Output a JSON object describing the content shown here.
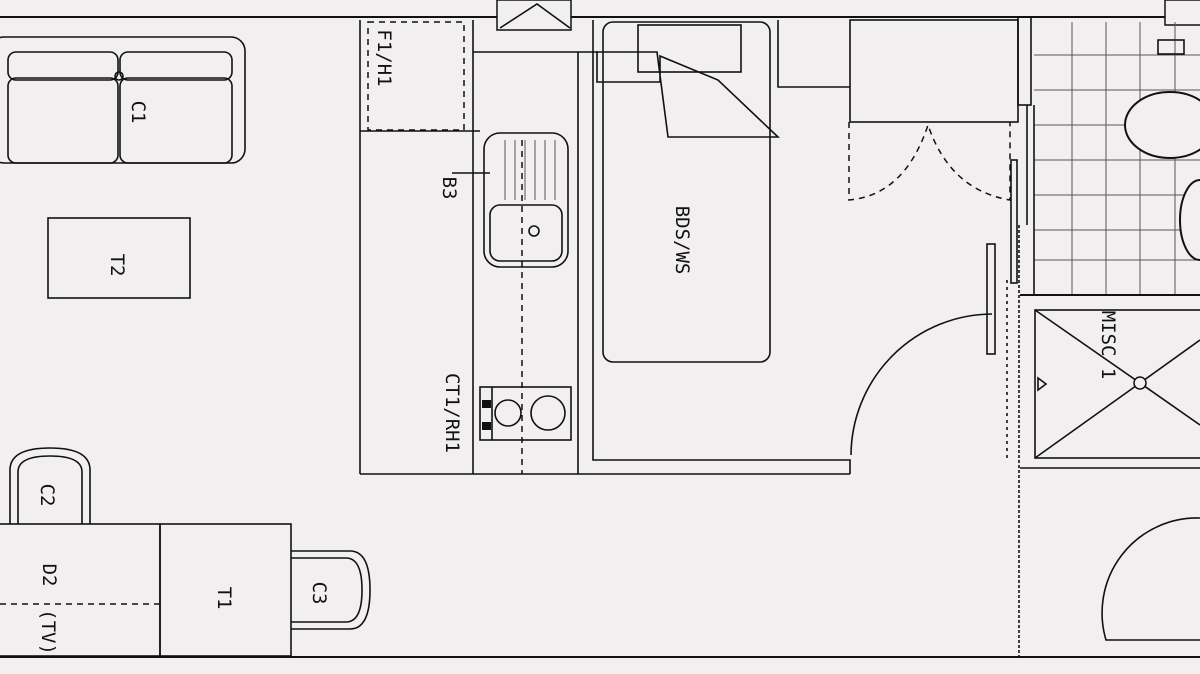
{
  "plan": {
    "labels": {
      "c1": "C1",
      "t2": "T2",
      "f1h1": "F1/H1",
      "b3": "B3",
      "bdsws": "BDS/WS",
      "ct1rh1": "CT1/RH1",
      "c2": "C2",
      "d2": "D2",
      "tv": "(TV)",
      "t1": "T1",
      "c3": "C3",
      "misc1": "MISC 1"
    },
    "colors": {
      "background": "#f2eff0",
      "line": "#111111"
    }
  }
}
